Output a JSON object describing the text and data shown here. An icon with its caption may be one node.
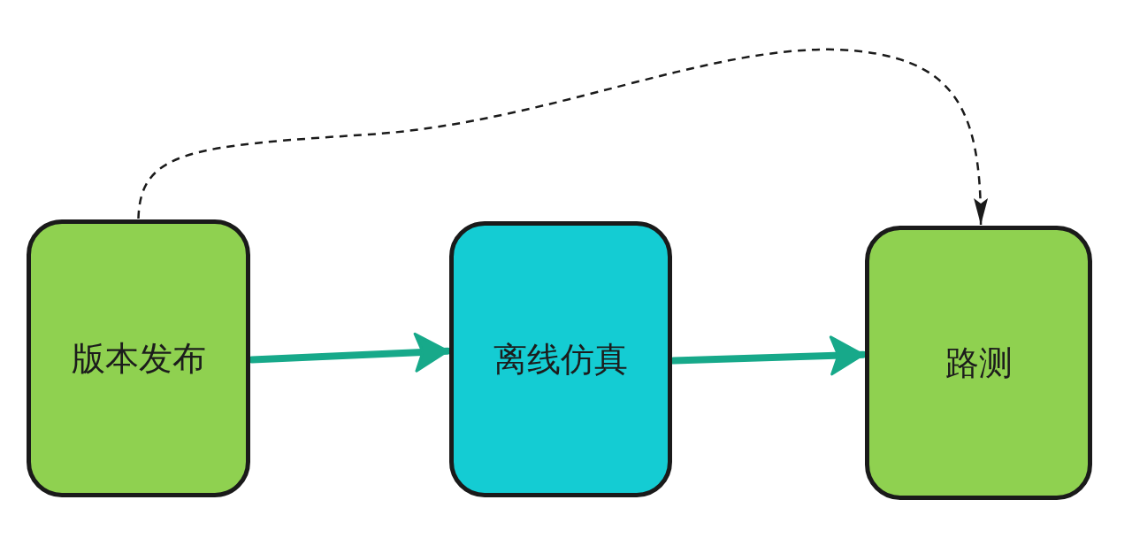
{
  "diagram": {
    "nodes": [
      {
        "text": [
          "版本发布"
        ]
      },
      {
        "text": [
          "离线仿真"
        ]
      },
      {
        "text": [
          "路测"
        ]
      }
    ],
    "edges": [
      {
        "from": 0,
        "to": 1,
        "arrow": "to"
      },
      {
        "from": 1,
        "to": 2,
        "arrow": "to"
      },
      {
        "from": 0,
        "to": 2,
        "arrow": "to",
        "style": "dashed",
        "color": "#1a1a1a"
      }
    ]
  }
}
